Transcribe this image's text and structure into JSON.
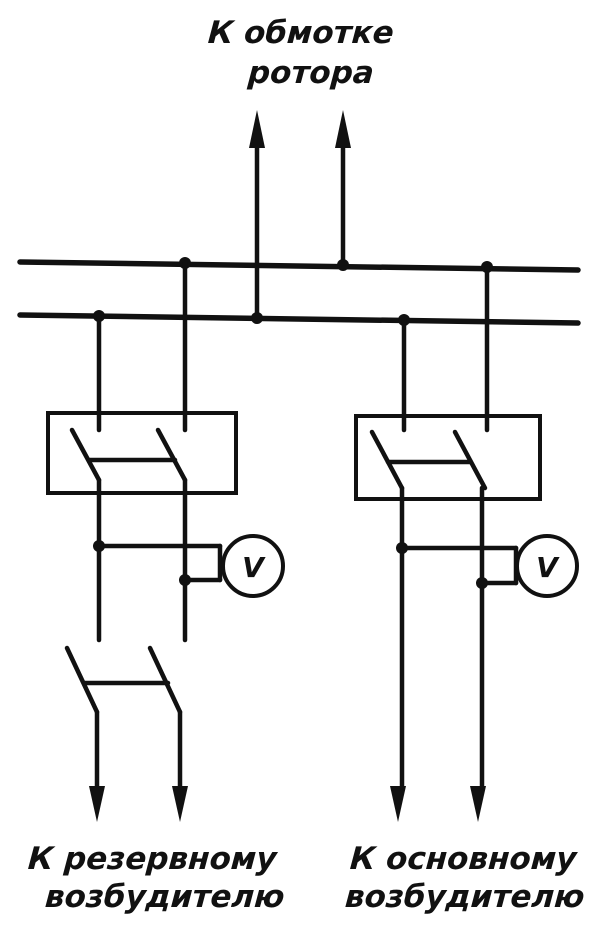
{
  "labels": {
    "top_line1": "К обмотке",
    "top_line2": "ротора",
    "left_line1": "К резервному",
    "left_line2": "возбудителю",
    "right_line1": "К основному",
    "right_line2": "возбудителю"
  },
  "voltmeters": {
    "left_symbol": "V",
    "right_symbol": "V"
  }
}
